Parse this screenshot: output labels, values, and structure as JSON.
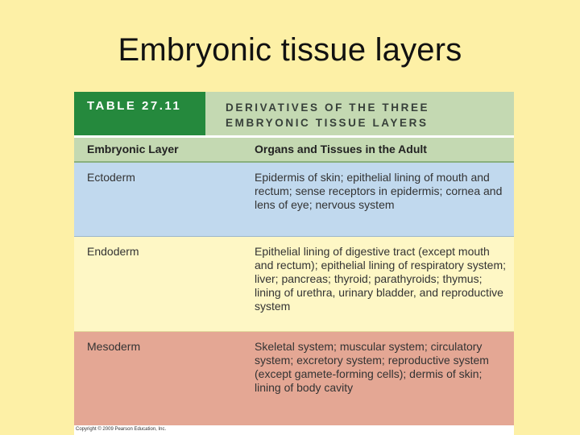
{
  "slide": {
    "title": "Embryonic tissue layers"
  },
  "table": {
    "number": "TABLE 27.11",
    "caption": "DERIVATIVES OF THE THREE\nEMBRYONIC TISSUE LAYERS",
    "columns": [
      "Embryonic Layer",
      "Organs and Tissues in the Adult"
    ],
    "colors": {
      "header_dark_green": "#25893d",
      "header_light_green": "#c4d9b2",
      "ectoderm": "#c1d9ee",
      "endoderm": "#fef7c5",
      "mesoderm": "#e4a794",
      "slide_background": "#fdf0a6"
    },
    "rows": [
      {
        "layer": "Ectoderm",
        "organs": "Epidermis of skin; epithelial lining of mouth and rectum; sense receptors in epidermis; cornea and lens of eye; nervous system"
      },
      {
        "layer": "Endoderm",
        "organs": "Epithelial lining of digestive tract (except mouth and rectum); epithelial lining of respiratory system; liver; pancreas; thyroid; parathyroids; thymus; lining of urethra, urinary bladder, and reproductive system"
      },
      {
        "layer": "Mesoderm",
        "organs": "Skeletal system; muscular system; circulatory system; excretory system; reproductive system (except gamete-forming cells); dermis of skin; lining of body cavity"
      }
    ],
    "copyright": "Copyright © 2009 Pearson Education, Inc."
  }
}
